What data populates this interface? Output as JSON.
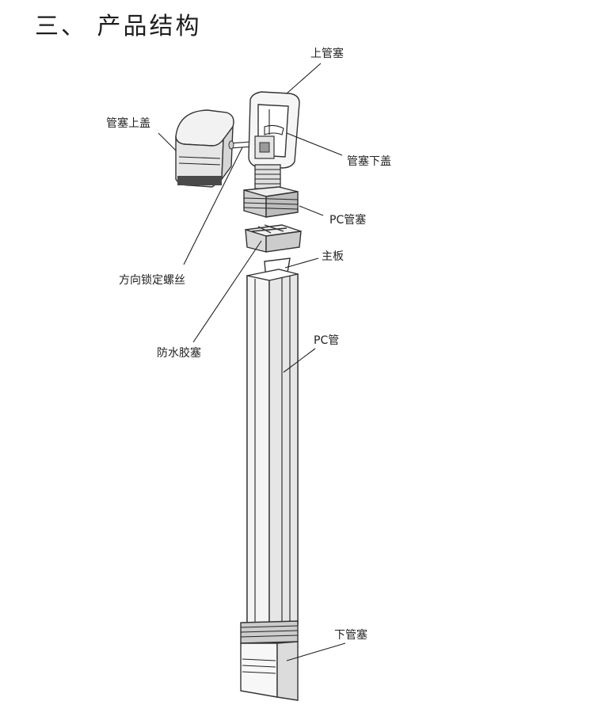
{
  "heading": "三、 产品结构",
  "labels": {
    "upper_plug": "上管塞",
    "plug_top_cover": "管塞上盖",
    "plug_bottom_cover": "管塞下盖",
    "pc_plug": "PC管塞",
    "main_board": "主板",
    "direction_lock_screw": "方向锁定螺丝",
    "waterproof_rubber_plug": "防水胶塞",
    "pc_tube": "PC管",
    "lower_plug": "下管塞"
  }
}
